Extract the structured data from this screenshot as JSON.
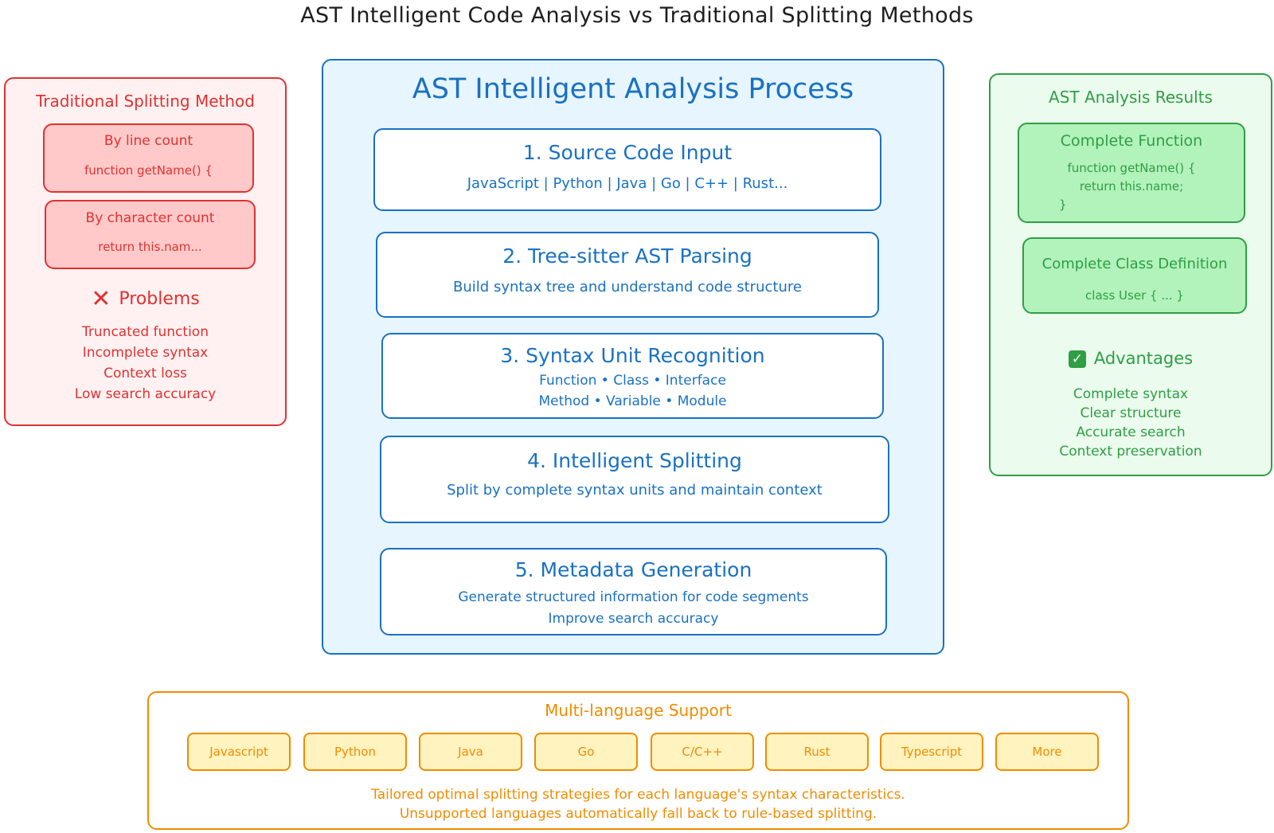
{
  "title": "AST Intelligent Code Analysis vs Traditional Splitting Methods",
  "left": {
    "heading": "Traditional Splitting Method",
    "box1": {
      "label": "By line count",
      "code": "function getName() {"
    },
    "box2": {
      "label": "By character count",
      "code": "return this.nam..."
    },
    "problems": {
      "icon": "cross-mark-icon",
      "heading": "Problems",
      "items": [
        "Truncated function",
        "Incomplete syntax",
        "Context loss",
        "Low search accuracy"
      ]
    }
  },
  "center": {
    "heading": "AST Intelligent Analysis Process",
    "steps": [
      {
        "title": "1. Source Code Input",
        "line1": "JavaScript | Python | Java | Go | C++ | Rust...",
        "line2": ""
      },
      {
        "title": "2. Tree-sitter AST Parsing",
        "line1": "Build syntax tree and understand code structure",
        "line2": ""
      },
      {
        "title": "3. Syntax Unit Recognition",
        "line1": "Function • Class • Interface",
        "line2": "Method • Variable • Module"
      },
      {
        "title": "4. Intelligent Splitting",
        "line1": "Split by complete syntax units and maintain context",
        "line2": ""
      },
      {
        "title": "5. Metadata Generation",
        "line1": "Generate structured information for code segments",
        "line2": "Improve search accuracy"
      }
    ]
  },
  "right": {
    "heading": "AST Analysis Results",
    "box1": {
      "label": "Complete Function",
      "code1": "function getName() {",
      "code2": "return this.name;",
      "code3": "}"
    },
    "box2": {
      "label": "Complete Class Definition",
      "code": "class User { ... }"
    },
    "advantages": {
      "icon": "check-mark-icon",
      "heading": "Advantages",
      "items": [
        "Complete syntax",
        "Clear structure",
        "Accurate search",
        "Context preservation"
      ]
    }
  },
  "bottom": {
    "heading": "Multi-language Support",
    "languages": [
      "Javascript",
      "Python",
      "Java",
      "Go",
      "C/C++",
      "Rust",
      "Typescript",
      "More"
    ],
    "note1": "Tailored optimal splitting strategies for each language's syntax characteristics.",
    "note2": "Unsupported languages automatically fall back to rule-based splitting."
  },
  "colors": {
    "red": "#e03131",
    "blue": "#1971c2",
    "green": "#2f9e44",
    "orange": "#f08c00"
  }
}
